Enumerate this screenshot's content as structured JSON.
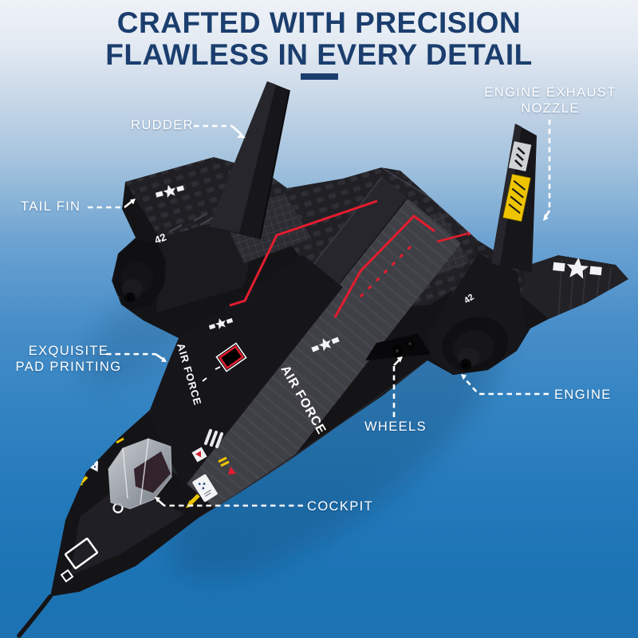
{
  "title": {
    "line1": "CRAFTED WITH PRECISION",
    "line2": "FLAWLESS IN EVERY DETAIL"
  },
  "callouts": {
    "rudder": "RUDDER",
    "tail_fin": "TAIL FIN",
    "engine_exhaust_nozzle_line1": "ENGINE EXHAUST",
    "engine_exhaust_nozzle_line2": "NOZZLE",
    "exquisite_pad_printing_line1": "EXQUISITE",
    "exquisite_pad_printing_line2": "PAD PRINTING",
    "engine": "ENGINE",
    "wheels": "WHEELS",
    "cockpit": "COCKPIT"
  },
  "model": {
    "decals": {
      "air_force_left": "AIR FORCE",
      "air_force_right": "AIR FORCE",
      "tail_code_left": "42",
      "tail_code_right": "42"
    }
  },
  "colors": {
    "title_navy": "#1b3e6e",
    "label_white": "#ffffff",
    "sky_top": "#eef2f7",
    "sky_mid": "#4a8fc9",
    "sky_bottom": "#1c72b2",
    "aircraft_black": "#141417",
    "stripe_red": "#e31d2e",
    "sticker_yellow": "#eec400"
  }
}
